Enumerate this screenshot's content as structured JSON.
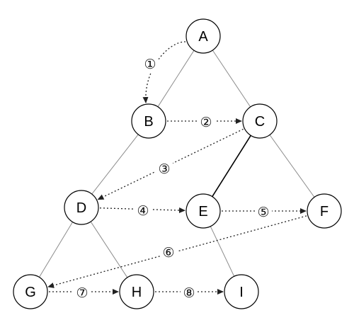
{
  "nodes": [
    {
      "id": "A",
      "label": "A"
    },
    {
      "id": "B",
      "label": "B"
    },
    {
      "id": "C",
      "label": "C"
    },
    {
      "id": "D",
      "label": "D"
    },
    {
      "id": "E",
      "label": "E"
    },
    {
      "id": "F",
      "label": "F"
    },
    {
      "id": "G",
      "label": "G"
    },
    {
      "id": "H",
      "label": "H"
    },
    {
      "id": "I",
      "label": "I"
    }
  ],
  "tree_edges": [
    {
      "from": "A",
      "to": "B",
      "style": "thin"
    },
    {
      "from": "A",
      "to": "C",
      "style": "thin"
    },
    {
      "from": "B",
      "to": "D",
      "style": "thin"
    },
    {
      "from": "C",
      "to": "E",
      "style": "dark"
    },
    {
      "from": "C",
      "to": "F",
      "style": "thin"
    },
    {
      "from": "D",
      "to": "G",
      "style": "thin"
    },
    {
      "from": "D",
      "to": "H",
      "style": "thin"
    },
    {
      "from": "E",
      "to": "I",
      "style": "thin"
    }
  ],
  "traversal_steps": [
    {
      "label": "①",
      "from": "A",
      "to": "B"
    },
    {
      "label": "②",
      "from": "B",
      "to": "C"
    },
    {
      "label": "③",
      "from": "C",
      "to": "D"
    },
    {
      "label": "④",
      "from": "D",
      "to": "E"
    },
    {
      "label": "⑤",
      "from": "E",
      "to": "F"
    },
    {
      "label": "⑥",
      "from": "F",
      "to": "G"
    },
    {
      "label": "⑦",
      "from": "G",
      "to": "H"
    },
    {
      "label": "⑧",
      "from": "H",
      "to": "I"
    }
  ]
}
